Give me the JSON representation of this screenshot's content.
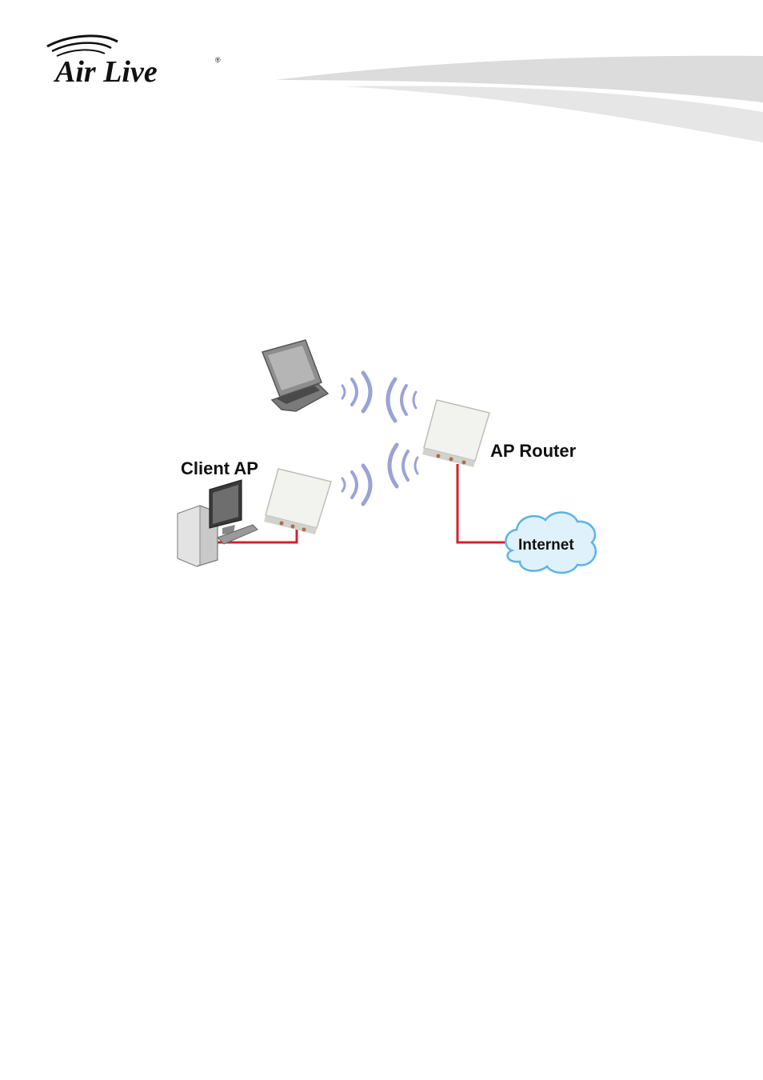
{
  "header": {
    "brand": "Air Live",
    "registered_mark": "®"
  },
  "colors": {
    "cable": "#d4202e",
    "signal": "#9aa3d6",
    "cloud_fill": "#dff1fb",
    "cloud_stroke": "#5ab4e5",
    "device_body": "#e9e9e6",
    "swoosh": "#d9d9d9"
  },
  "diagram": {
    "labels": {
      "client_ap": "Client AP",
      "ap_router": "AP Router",
      "internet": "Internet"
    },
    "icons": [
      "laptop-icon",
      "desktop-pc-icon",
      "access-point-icon",
      "wireless-signal-icon",
      "cloud-icon"
    ]
  }
}
